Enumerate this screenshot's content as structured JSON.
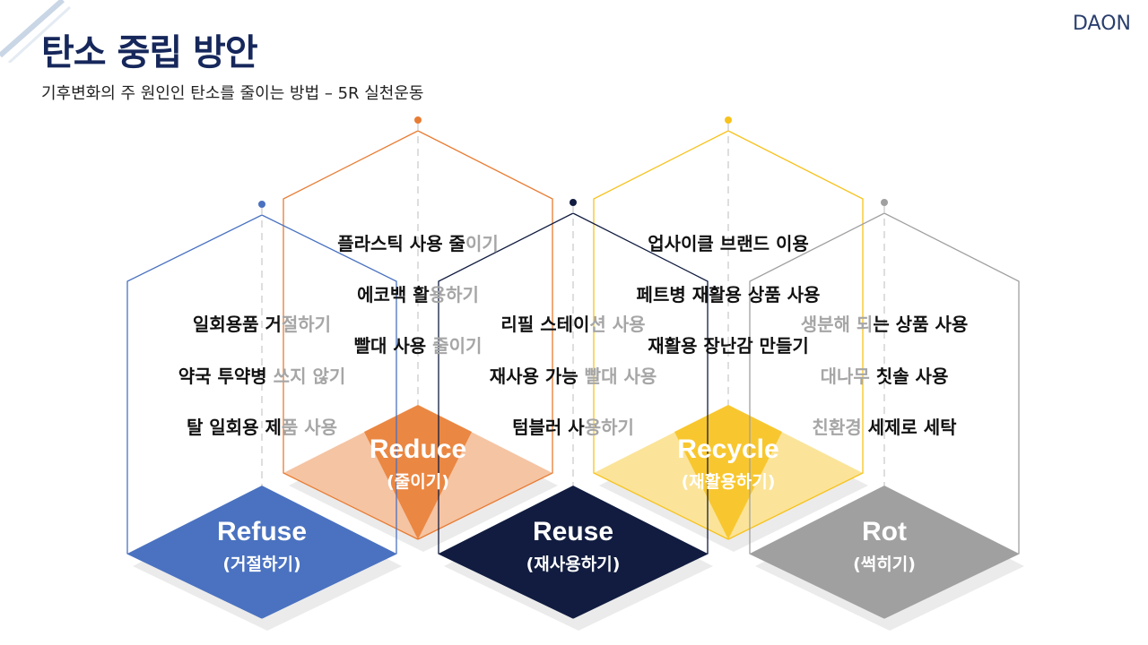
{
  "header": {
    "title": "탄소 중립 방안",
    "subtitle": "기후변화의 주 원인인 탄소를 줄이는 방법 – 5R 실천운동",
    "logo": "DAON"
  },
  "hexes": [
    {
      "key": "refuse",
      "name_en": "Refuse",
      "name_ko": "(거절하기)",
      "color": "#4a72c0",
      "items": [
        {
          "a": "일회용품 거",
          "b": "절하기"
        },
        {
          "a": "약국 투약병 ",
          "b": "쓰지 않기"
        },
        {
          "a": "탈 일회용 제",
          "b": "품 사용"
        }
      ]
    },
    {
      "key": "reduce",
      "name_en": "Reduce",
      "name_ko": "(줄이기)",
      "color": "#e87c33",
      "items": [
        {
          "a": "플라스틱 사용 줄",
          "b": "이기"
        },
        {
          "a": "에코백 활",
          "b": "용하기"
        },
        {
          "a": "빨대 사용 ",
          "b": "줄이기"
        }
      ]
    },
    {
      "key": "reuse",
      "name_en": "Reuse",
      "name_ko": "(재사용하기)",
      "color": "#111c40",
      "items": [
        {
          "a": "리필 스테이",
          "b": "션 사용"
        },
        {
          "a": "재사용 가능 ",
          "b": "빨대 사용"
        },
        {
          "a": "텀블러 사",
          "b": "용하기"
        }
      ]
    },
    {
      "key": "recycle",
      "name_en": "Recycle",
      "name_ko": "(재활용하기)",
      "color": "#f7c21c",
      "items": [
        {
          "a": "업사이클 브랜드 이용",
          "b": ""
        },
        {
          "a": "페트병 재활용 상품 사용",
          "b": ""
        },
        {
          "a": "재활용 장난감 만들기",
          "b": ""
        }
      ]
    },
    {
      "key": "rot",
      "name_en": "Rot",
      "name_ko": "(썩히기)",
      "color": "#a0a0a0",
      "items": [
        {
          "a": "",
          "b": "생분해 되",
          "c": "는 상품 사용"
        },
        {
          "a": "",
          "b": "대나무 ",
          "c": "칫솔 사용"
        },
        {
          "a": "",
          "b": "친환경 ",
          "c": "세제로 세탁"
        }
      ]
    }
  ]
}
